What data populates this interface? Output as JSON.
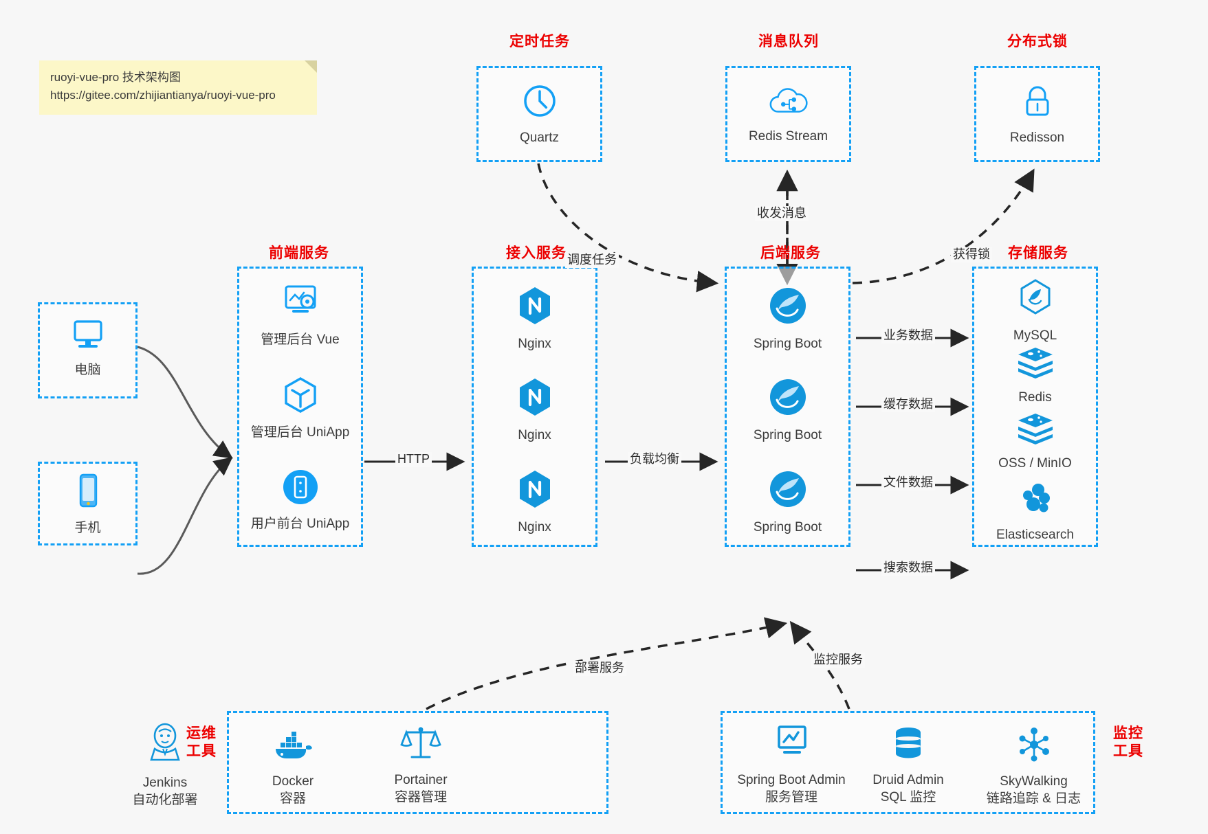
{
  "note": {
    "line1": "ruoyi-vue-pro 技术架构图",
    "line2": "https://gitee.com/zhijiantianya/ruoyi-vue-pro"
  },
  "colors": {
    "accent_blue": "#13a0f5",
    "icon_blue": "#1296db",
    "title_red": "#ec0000",
    "background": "#f7f7f7",
    "note_yellow": "#fcf7c8",
    "arrow_black": "#262626"
  },
  "groups": {
    "scheduler": {
      "title": "定时任务",
      "nodes": [
        {
          "label": "Quartz",
          "icon": "clock-icon"
        }
      ]
    },
    "mq": {
      "title": "消息队列",
      "nodes": [
        {
          "label": "Redis Stream",
          "icon": "cloud-stream-icon"
        }
      ]
    },
    "lock": {
      "title": "分布式锁",
      "nodes": [
        {
          "label": "Redisson",
          "icon": "lock-icon"
        }
      ]
    },
    "clients": {
      "title": "",
      "nodes": [
        {
          "label": "电脑",
          "icon": "desktop-icon"
        },
        {
          "label": "手机",
          "icon": "mobile-icon"
        }
      ]
    },
    "frontend": {
      "title": "前端服务",
      "nodes": [
        {
          "label": "管理后台 Vue",
          "icon": "dashboard-gear-icon"
        },
        {
          "label": "管理后台 UniApp",
          "icon": "cube-icon"
        },
        {
          "label": "用户前台 UniApp",
          "icon": "mobile-circle-icon"
        }
      ]
    },
    "gateway": {
      "title": "接入服务",
      "nodes": [
        {
          "label": "Nginx",
          "icon": "nginx-icon"
        },
        {
          "label": "Nginx",
          "icon": "nginx-icon"
        },
        {
          "label": "Nginx",
          "icon": "nginx-icon"
        }
      ]
    },
    "backend": {
      "title": "后端服务",
      "nodes": [
        {
          "label": "Spring Boot",
          "icon": "spring-icon"
        },
        {
          "label": "Spring Boot",
          "icon": "spring-icon"
        },
        {
          "label": "Spring Boot",
          "icon": "spring-icon"
        }
      ]
    },
    "storage": {
      "title": "存储服务",
      "nodes": [
        {
          "label": "MySQL",
          "icon": "mysql-icon"
        },
        {
          "label": "Redis",
          "icon": "redis-icon"
        },
        {
          "label": "OSS / MinIO",
          "icon": "oss-icon"
        },
        {
          "label": "Elasticsearch",
          "icon": "elasticsearch-icon"
        }
      ]
    },
    "devops": {
      "title_line1": "运维",
      "title_line2": "工具",
      "nodes": [
        {
          "label": "Jenkins",
          "sublabel": "自动化部署",
          "icon": "jenkins-icon"
        },
        {
          "label": "Docker",
          "sublabel": "容器",
          "icon": "docker-icon"
        },
        {
          "label": "Portainer",
          "sublabel": "容器管理",
          "icon": "scales-icon"
        }
      ]
    },
    "monitor": {
      "title_line1": "监控",
      "title_line2": "工具",
      "nodes": [
        {
          "label": "Spring Boot Admin",
          "sublabel": "服务管理",
          "icon": "monitor-chart-icon"
        },
        {
          "label": "Druid Admin",
          "sublabel": "SQL 监控",
          "icon": "database-icon"
        },
        {
          "label": "SkyWalking",
          "sublabel": "链路追踪 & 日志",
          "icon": "skywalking-icon"
        }
      ]
    }
  },
  "edges": [
    {
      "id": "http",
      "label": "HTTP",
      "style": "solid"
    },
    {
      "id": "lb",
      "label": "负载均衡",
      "style": "solid"
    },
    {
      "id": "biz-data",
      "label": "业务数据",
      "style": "solid"
    },
    {
      "id": "cache-data",
      "label": "缓存数据",
      "style": "solid"
    },
    {
      "id": "file-data",
      "label": "文件数据",
      "style": "solid"
    },
    {
      "id": "search-data",
      "label": "搜索数据",
      "style": "solid"
    },
    {
      "id": "schedule",
      "label": "调度任务",
      "style": "dashed"
    },
    {
      "id": "mq-msg",
      "label": "收发消息",
      "style": "dashed"
    },
    {
      "id": "get-lock",
      "label": "获得锁",
      "style": "dashed"
    },
    {
      "id": "deploy",
      "label": "部署服务",
      "style": "dashed"
    },
    {
      "id": "monitoring",
      "label": "监控服务",
      "style": "dashed"
    }
  ]
}
